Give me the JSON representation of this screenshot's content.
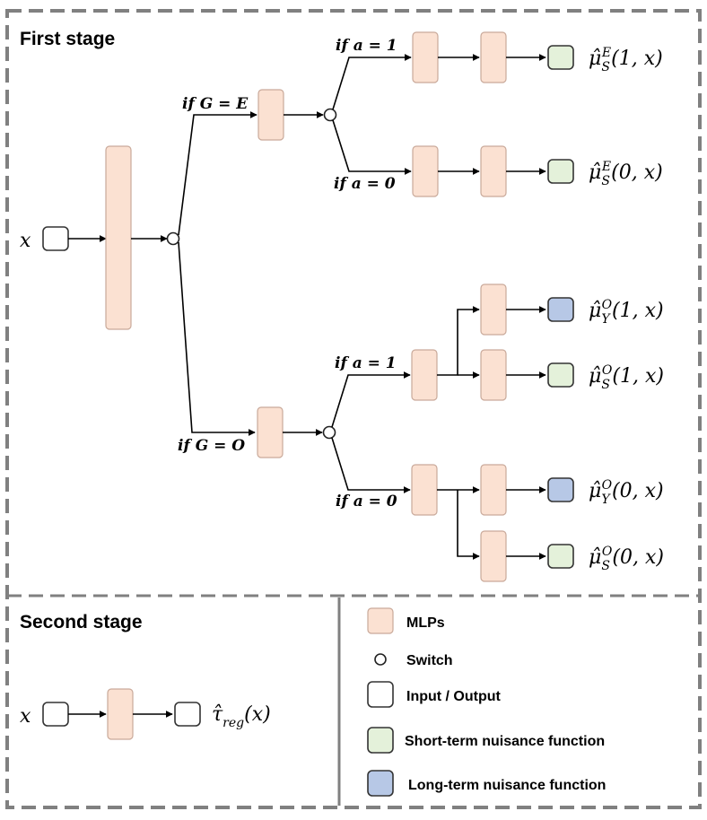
{
  "stages": {
    "first": "First stage",
    "second": "Second stage"
  },
  "input_label": "x",
  "conditions": {
    "g_e": "if G = E",
    "g_o": "if G = O",
    "a1_top": "if a = 1",
    "a0_top": "if a = 0",
    "a1_bottom": "if a = 1",
    "a0_bottom": "if a = 0"
  },
  "outputs": [
    {
      "mark": "μ̂",
      "sup": "E",
      "sub": "S",
      "args": "(1, x)",
      "kind": "short"
    },
    {
      "mark": "μ̂",
      "sup": "E",
      "sub": "S",
      "args": "(0, x)",
      "kind": "short"
    },
    {
      "mark": "μ̂",
      "sup": "O",
      "sub": "Y",
      "args": "(1, x)",
      "kind": "long"
    },
    {
      "mark": "μ̂",
      "sup": "O",
      "sub": "S",
      "args": "(1, x)",
      "kind": "short"
    },
    {
      "mark": "μ̂",
      "sup": "O",
      "sub": "Y",
      "args": "(0, x)",
      "kind": "long"
    },
    {
      "mark": "μ̂",
      "sup": "O",
      "sub": "S",
      "args": "(0, x)",
      "kind": "short"
    }
  ],
  "second_stage": {
    "input": "x",
    "output_mark": "τ̂",
    "output_sub": "reg",
    "output_args": "(x)"
  },
  "legend": {
    "mlps": "MLPs",
    "switch": "Switch",
    "io": "Input / Output",
    "short": "Short-term nuisance function",
    "long": "Long-term nuisance function"
  },
  "colors": {
    "mlp_fill": "#fbe1d2",
    "short_fill": "#e4f1da",
    "long_fill": "#b7c8e6",
    "frame": "#808080"
  }
}
